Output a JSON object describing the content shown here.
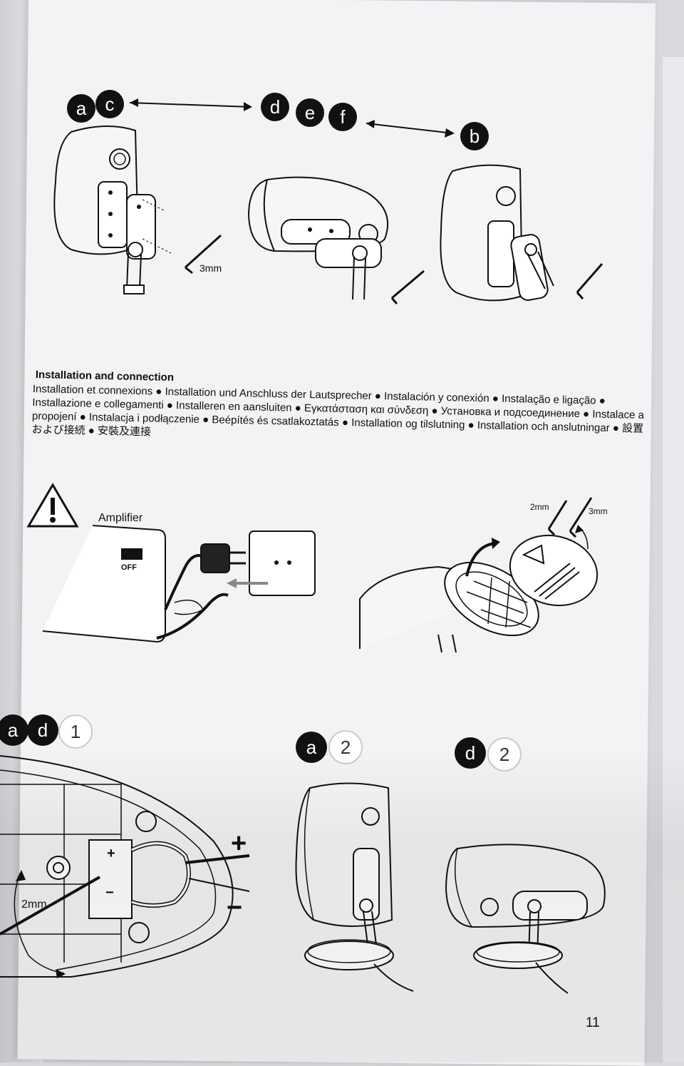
{
  "steps": {
    "top_left_badges": [
      "a",
      "c"
    ],
    "top_mid_badges": [
      "d",
      "e",
      "f"
    ],
    "top_right_badges": [
      "b"
    ],
    "bottom_left_badges": [
      "a",
      "d",
      "1"
    ],
    "bottom_mid_badges": [
      "a",
      "2"
    ],
    "bottom_right_badges": [
      "d",
      "2"
    ]
  },
  "labels": {
    "allen_key_3mm": "3mm",
    "amplifier": "Amplifier",
    "off": "OFF",
    "key_2mm": "2mm",
    "key_3mm": "3mm",
    "terminal_key_2mm": "2mm",
    "plus": "+",
    "minus": "−"
  },
  "section": {
    "title": "Installation and connection",
    "translations": "Installation et connexions ● Installation und Anschluss der Lautsprecher ● Instalación y conexión ● Instalação e ligação ● Installazione e collegamenti ● Installeren en aansluiten ● Εγκατάσταση και σύνδεση ● Установка и подсоединение ● Instalace a propojení ● Instalacja i podłączenie ● Beépítés és csatlakoztatás ● Installation og tilslutning ● Installation och anslutningar ● 設置および接続 ● 安裝及連接"
  },
  "page_number": "11"
}
